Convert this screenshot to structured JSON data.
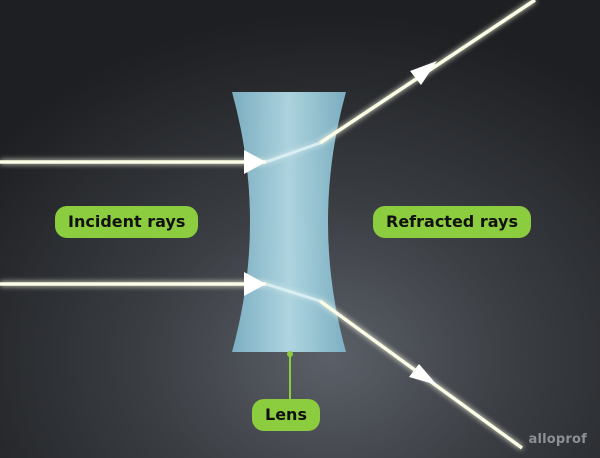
{
  "labels": {
    "incident": "Incident rays",
    "refracted": "Refracted rays",
    "lens": "Lens"
  },
  "watermark": "alloprof",
  "colors": {
    "background": "#2b2d31",
    "lens": "#a9d3e0",
    "ray": "#fbfde6",
    "ray_glow": "#e6f28a",
    "label_bg": "#8ccc3f"
  },
  "lens_type": "diverging (concave)"
}
